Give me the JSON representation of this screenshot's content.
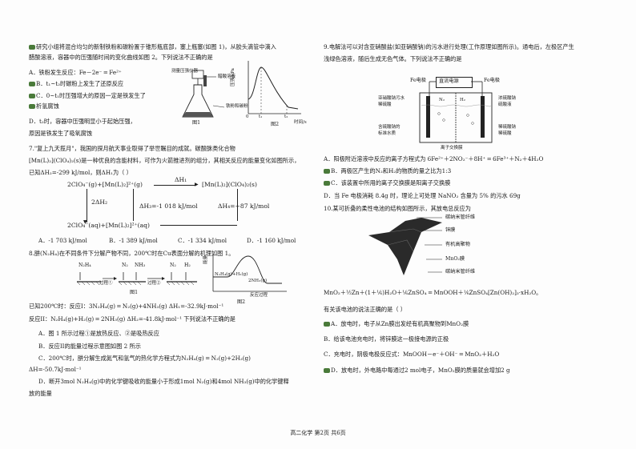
{
  "q6": {
    "stem1": "研究小组将混合均匀的新制铁粉和碳粉置于锥形瓶底部，塞上瓶塞(如图 1)，从胶头滴管中滴入",
    "stem2": "醋酸溶液，容器中的压强随时间的变化曲线如图 2。下列说法不正确的是",
    "optA": "A．铁粉发生反应：Fe－2e⁻ ═ Fe²⁺",
    "optB": "B．t₁~t₂时碳粉上发生了还原反应",
    "optC1": "C．0~t₁时压强增大的原因一定是铁发生了",
    "optC2": "析氢腐蚀",
    "optD1": "D．t₂时，容器中压强明显小于起始压强，",
    "optD2": "原因是铁发生了吸氧腐蚀",
    "fig1_label_sensor": "测量压强仪器",
    "fig1_label_acid": "醋酸溶液",
    "fig1_label_mix": "铁粉和碳粉",
    "fig1_caption": "图1",
    "fig2_ylabel": "压强/kPa",
    "fig2_xlabel": "时间/s",
    "fig2_t0": "0",
    "fig2_t1": "t₁",
    "fig2_t2": "t₂",
    "fig2_caption": "图2"
  },
  "q7": {
    "stem1": "7.\"复上九天揽月\"，我国的探月航天事业取得了举世瞩目的成就。碳酸脒类化合物",
    "stem2": "[Mn(L)₂](ClO₄)₂(s)是一种优良的含能材料，可作为火箭推进剂的组分，其相关反应的能量变化如图所示，",
    "stem3": "已知ΔH₂=-299 kJ/mol，则ΔH₁为（    ）",
    "eq_top_left": "2ClO₄⁻(g)+[Mn(L)₂]²⁺(g)",
    "eq_top_mid": "ΔH₁",
    "eq_top_right": "[Mn(L)₂](ClO₄)₂(s)",
    "eq_dh2": "2ΔH₂",
    "eq_dh3": "ΔH₃=-1 018 kJ/mol",
    "eq_dh4": "ΔH₄=+87 kJ/mol",
    "eq_bottom": "2ClO₄⁻(aq)+[Mn(L)₂]²⁺(aq)",
    "optA": "A．-1 703 kJ/mol",
    "optB": "B．-1 389 kJ/mol",
    "optC": "C．-1 334 kJ/mol",
    "optD": "D．-1 160 kJ/mol"
  },
  "q8": {
    "stem": "8.肼(N₂H₄)在不同条件下分解产物不同，200℃时在Cu表面分解的机理如图 1。",
    "fig1_n2h4": "N₂H₄",
    "fig1_n2": "N₂",
    "fig1_nh3": "NH₃",
    "fig1_h2": "H₂",
    "fig1_n2b": "N₂",
    "fig1_h2b": "H₂",
    "fig1_step1": "过程①",
    "fig1_step2": "过程②",
    "fig1_caption": "图1",
    "fig2_ylabel": "能量",
    "fig2_top": "N₂H₄(g)+H₂(g)",
    "fig2_bottom": "2NH₃(g)",
    "fig2_xlabel": "反应过程",
    "fig2_caption": "图2",
    "known": "已知200℃时：反应I：3N₂H₄(g) ═ N₂(g)+4NH₃(g)   ΔH₁=-32.9kJ·mol⁻¹",
    "reaction2": "反应II：N₂H₄(g)+H₂(g) ═ 2NH₃(g)   ΔH₂=-41.8kJ·mol⁻¹   下列说法不正确的是",
    "optA": "A．图 1 所示过程①是放热反应、②是吸热反应",
    "optB": "B．反应II的能量过程示意图如图 2 所示",
    "optC1": "C．200℃时，肼分解生成氮气和氢气的热化学方程式为N₂H₄(g) ═ N₂(g)+2H₂(g)",
    "optC2": "ΔH=-50.7kJ·mol⁻¹",
    "optD1": "D．断开3mol N₂H₄(g)中的化学键吸收的能量小于形成1mol N₂(g)和4mol NH₃(g)中的化学键释",
    "optD2": "放的能量"
  },
  "q9": {
    "stem1": "9.电解法可以对含亚硝酸盐(如亚硝酸钠)的污水进行处理(工作原理如图所示)。通电后，左极区产生",
    "stem2": "浅绿色溶液，随后生成无色气体。下列说法不正确的是",
    "power": "直流电源",
    "fe_left": "Fe电极",
    "fe_right": "Fe电极",
    "n2": "N₂",
    "h2": "H₂",
    "label_left_top1": "亚硝酸钠污水",
    "label_left_top2": "稀硫酸",
    "label_left_bot1": "含硫酸钠的",
    "label_left_bot2": "标准水质",
    "label_right_top1": "浓硫酸钠",
    "label_right_top2": "硫酸液",
    "label_right_bot1": "稀硫酸钠",
    "label_right_bot2": "稀硫酸",
    "membrane": "离子交换膜",
    "optA": "A．阳极附近溶液中反应的离子方程式为 6Fe²⁺＋2NO₂⁻＋8H⁺ ═ 6Fe³⁺＋N₂＋4H₂O",
    "optB": "B．两极区产生的N₂和H₂的物质的量之比为1:3",
    "optC": "C．该装置中所用的离子交换膜是阳离子交换膜",
    "optD": "D．当 Fe 电极消耗 8.4g 时，理论上可处理 NaNO₂ 含量为 5% 的污水 69g"
  },
  "q10": {
    "stem": "10.某可折叠的柔性电池的结构如图所示，其放电总反应为",
    "layer1": "碳纳米管纤维",
    "layer2": "锌膜",
    "layer3": "有机高聚物",
    "layer4": "MnO₂膜",
    "layer5": "碳纳米管纤维",
    "equation": "MnO₂＋½Zn＋(1＋⅙)H₂O＋⅙ZnSO₄ ═ MnOOH＋⅙ZnSO₄[Zn(OH)₂]₃·xH₂O。",
    "question": "有关该电池的说法正确的是（    ）",
    "optA": "A．放电时，电子从Zn膜出发经有机高聚物到MnO₂膜",
    "optB": "B．给该电池充电时，将锌膜这一极接电源的正极",
    "optC": "C．充电时，阴极电极反应式：MnOOH－e⁻＋OH⁻ ═ MnO₂＋H₂O",
    "optD": "D．放电时，外电路中每通过2 mol电子，MnO₂膜的质量就会增加2 g"
  },
  "footer": "高二化学   第2页   共6页",
  "colors": {
    "ink": "#1a1a1a",
    "answer_mark": "#4a7a3a"
  }
}
